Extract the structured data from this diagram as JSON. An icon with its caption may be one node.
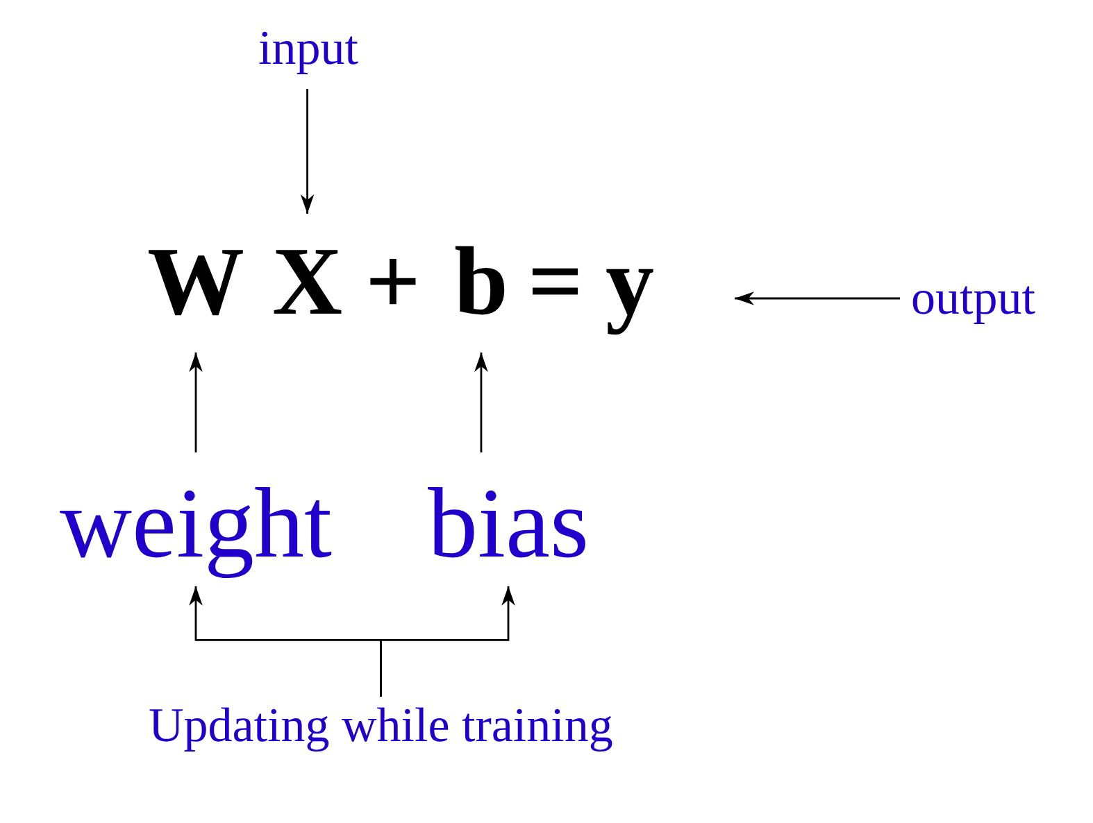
{
  "diagram": {
    "nodes": [
      {
        "text": [
          "input"
        ]
      },
      {
        "text": [
          "W"
        ]
      },
      {
        "text": [
          "X"
        ]
      },
      {
        "text": [
          "b"
        ]
      },
      {
        "text": [
          "y"
        ]
      },
      {
        "text": [
          "output"
        ]
      },
      {
        "text": [
          "weight"
        ]
      },
      {
        "text": [
          "bias"
        ]
      },
      {
        "text": [
          "Updating while training"
        ]
      }
    ],
    "edges": [
      {
        "from": 0,
        "to": 2,
        "arrow": "to"
      },
      {
        "from": 6,
        "to": 1,
        "arrow": "to"
      },
      {
        "from": 7,
        "to": 3,
        "arrow": "to"
      },
      {
        "from": 5,
        "to": 4,
        "arrow": "to"
      },
      {
        "from": 8,
        "to": 6,
        "arrow": "to"
      },
      {
        "from": 8,
        "to": 7,
        "arrow": "to"
      }
    ],
    "labels": [
      "+",
      "="
    ]
  }
}
